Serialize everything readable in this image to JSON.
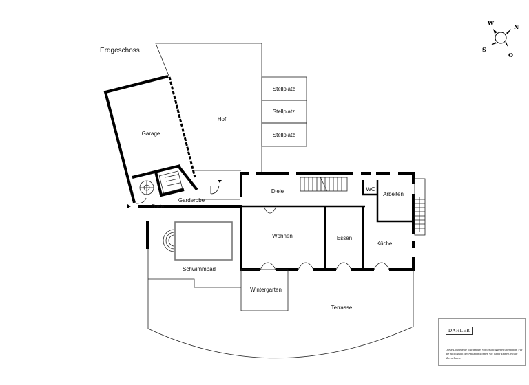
{
  "floor_title": "Erdgeschoss",
  "compass": {
    "north": "N",
    "east": "O",
    "south": "S",
    "west": "W"
  },
  "rooms": {
    "hof": "Hof",
    "garage": "Garage",
    "stellplatz": [
      "Stellplatz",
      "Stellplatz",
      "Stellplatz"
    ],
    "garderobe": "Garderobe",
    "diele_small": "Diele",
    "diele_main": "Diele",
    "wc": "WC",
    "arbeiten": "Arbeiten",
    "wohnen": "Wohnen",
    "essen": "Essen",
    "kueche": "Küche",
    "schwimmbad": "Schwimmbad",
    "wintergarten": "Wintergarten",
    "terrasse": "Terrasse"
  },
  "disclaimer": {
    "logo": "DAHLER",
    "text": "Diese Dokumente wurden uns vom Auftraggeber übergeben. Für die Richtigkeit der Angaben können wir daher keine Gewähr übernehmen."
  }
}
